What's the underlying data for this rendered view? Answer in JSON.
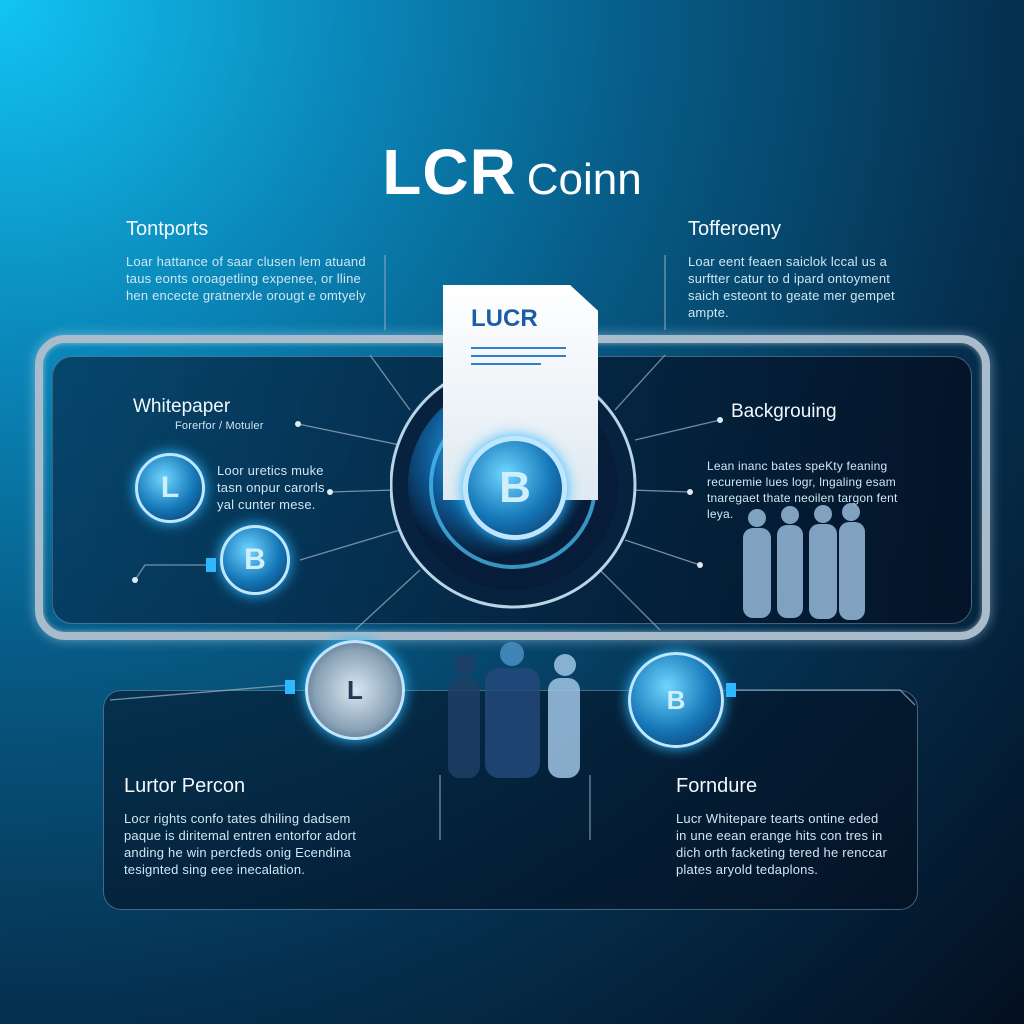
{
  "title": {
    "bold": "LCR",
    "regular": "Coinn"
  },
  "top_left": {
    "heading": "Tontports",
    "lines": [
      "Loar hattance of saar clusen lem atuand",
      "taus eonts oroagetling expenee, or lline",
      "hen encecte gratnerxle orougt e omtyely"
    ]
  },
  "top_right": {
    "heading": "Tofferoeny",
    "lines": [
      "Loar eent feaen saiclok lccal us a",
      "surftter catur to d ipard ontoyment",
      "saich esteont to geate mer gempet",
      "ampte."
    ]
  },
  "document": {
    "label": "LUCR"
  },
  "whitepaper": {
    "heading": "Whitepaper",
    "subtitle": "Forerfor / Motuler",
    "lines": [
      "Loor uretics muke",
      "tasn onpur carorls",
      "yal cunter mese."
    ]
  },
  "background": {
    "heading": "Backgrouing",
    "lines": [
      "Lean inanc bates speKty feaning",
      "recuremie lues logr, lngaling esam",
      "tnaregaet thate neoilen targon fent",
      "leya."
    ]
  },
  "bottom_left": {
    "heading": "Lurtor Percon",
    "lines": [
      "Locr rights confo tates dhiling dadsem",
      "paque is diritemal entren entorfor adort",
      "anding he win percfeds onig Ecendina",
      "tesignted sing eee inecalation."
    ]
  },
  "bottom_right": {
    "heading": "Forndure",
    "lines": [
      "Lucr Whitepare tearts ontine eded",
      "in une eean erange hits con tres in",
      "dich orth facketing tered he renccar",
      "plates aryold tedaplons."
    ]
  },
  "icons": {
    "coin_l": "L",
    "coin_b": "B",
    "center_coin": "B",
    "bitcoin": "B"
  },
  "colors": {
    "accent": "#2fb8ff",
    "doc_text": "#1c5da8",
    "frame": "#a9bccb"
  }
}
